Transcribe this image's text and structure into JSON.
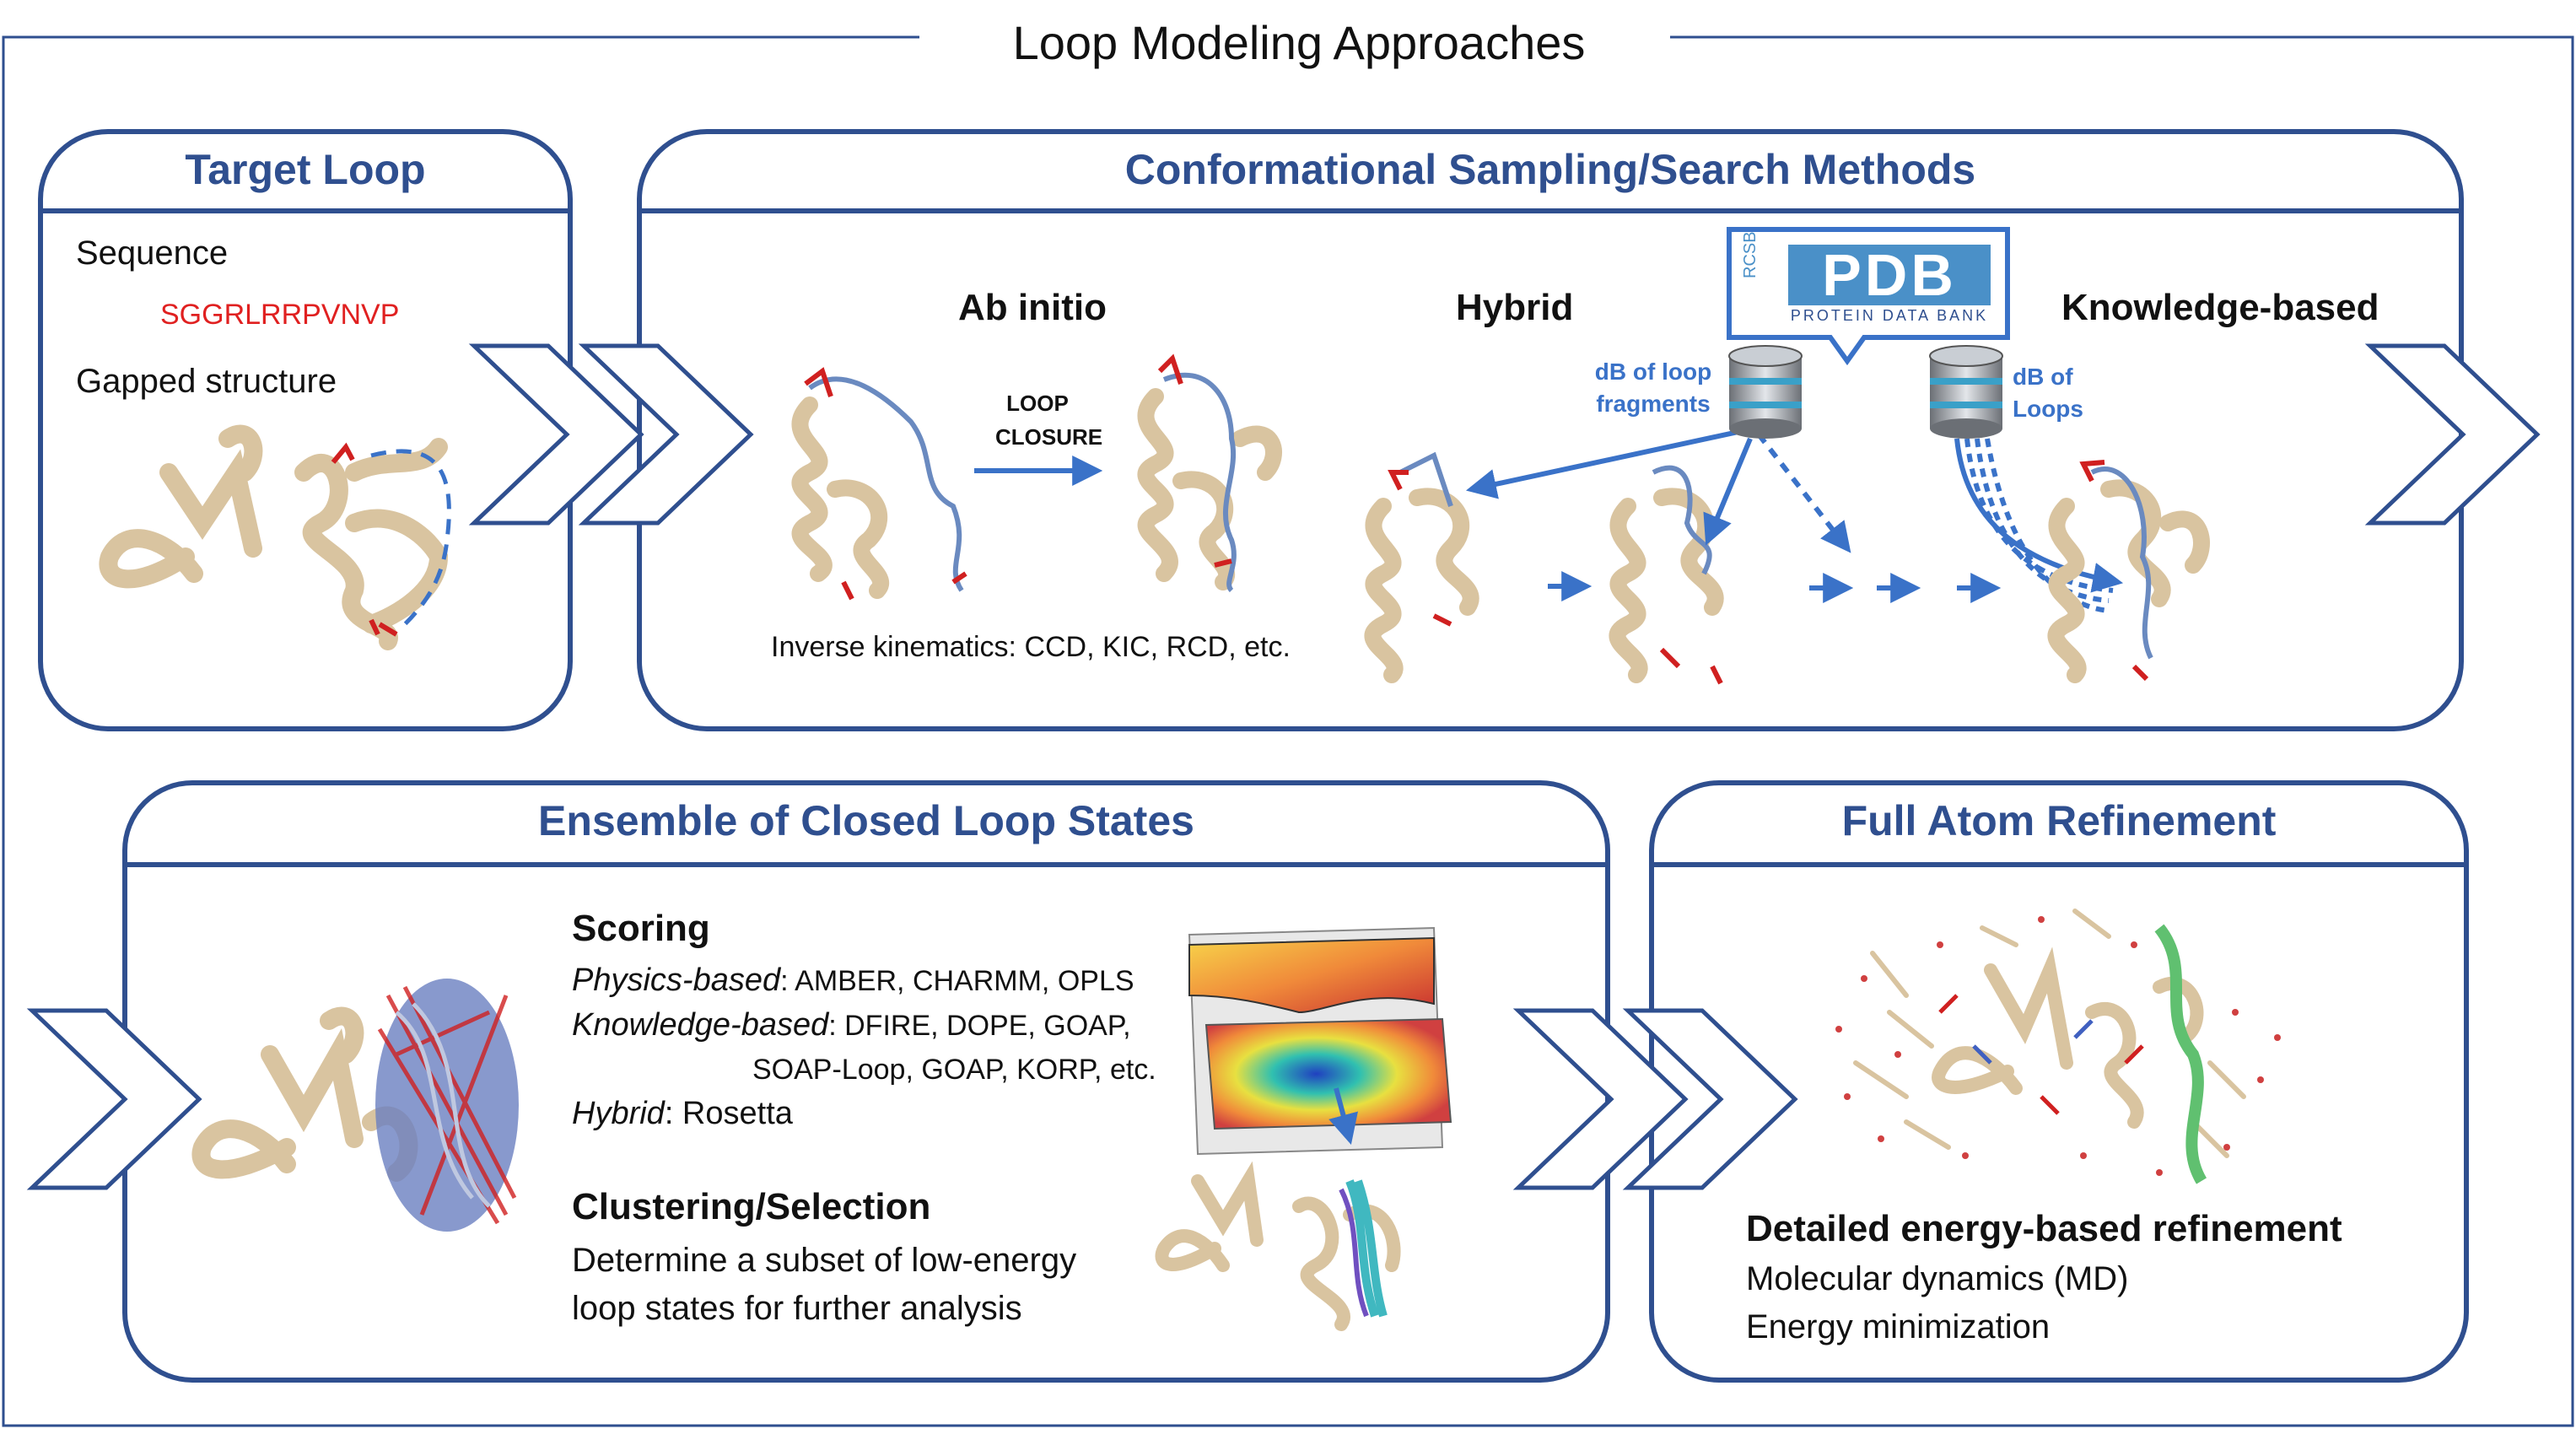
{
  "title": "Loop Modeling Approaches",
  "target_loop": {
    "title": "Target Loop",
    "sequence_label": "Sequence",
    "sequence": "SGGRLRRPVNVP",
    "gapped_label": "Gapped structure"
  },
  "sampling": {
    "title": "Conformational Sampling/Search Methods",
    "ab_initio": "Ab initio",
    "loop_closure_1": "LOOP",
    "loop_closure_2": "CLOSURE",
    "hybrid": "Hybrid",
    "knowledge": "Knowledge-based",
    "inverse": "Inverse kinematics: CCD, KIC, RCD, etc.",
    "db_frag_1": "dB of loop",
    "db_frag_2": "fragments",
    "db_loops_1": "dB of",
    "db_loops_2": "Loops",
    "pdb_logo": "PDB",
    "pdb_rcsb": "RCSB",
    "pdb_sub": "PROTEIN DATA BANK"
  },
  "ensemble": {
    "title": "Ensemble of Closed Loop States",
    "scoring": "Scoring",
    "physics_label": "Physics-based",
    "physics_value": ":  AMBER, CHARMM, OPLS",
    "knowledge_label": "Knowledge-based",
    "knowledge_value": ": DFIRE, DOPE, GOAP,",
    "knowledge_value2": "SOAP-Loop, GOAP, KORP, etc.",
    "hybrid_label": "Hybrid",
    "hybrid_value": ": Rosetta",
    "clustering": "Clustering/Selection",
    "cluster_line1": "Determine a subset of low-energy",
    "cluster_line2": "loop states for further analysis"
  },
  "refinement": {
    "title": "Full Atom Refinement",
    "heading": "Detailed energy-based refinement",
    "line1": "Molecular dynamics (MD)",
    "line2": "Energy minimization"
  },
  "colors": {
    "frame": "#2f4f8f",
    "title_blue": "#2f4f8f",
    "arrow_blue": "#3a72c8",
    "protein": "#d9c4a0",
    "sequence_red": "#e02020"
  }
}
